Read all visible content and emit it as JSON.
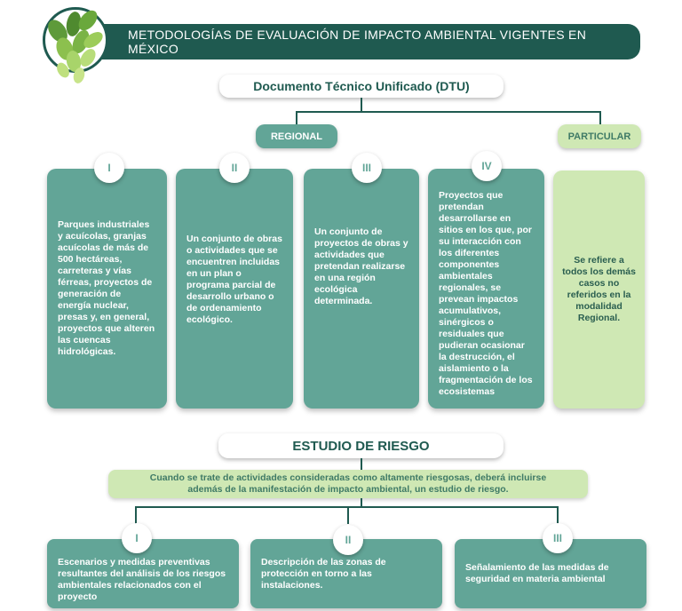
{
  "title": "METODOLOGÍAS DE EVALUACIÓN DE IMPACTO AMBIENTAL VIGENTES EN MÉXICO",
  "logo_icon": "leaf-cluster-icon",
  "colors": {
    "dark": "#1f5a50",
    "teal": "#62a597",
    "light_green": "#cfe8b4"
  },
  "dtu": "Documento Técnico Unificado (DTU)",
  "branches": {
    "regional": "REGIONAL",
    "particular": "PARTICULAR"
  },
  "regional_cards": [
    {
      "num": "I",
      "text": "Parques industriales y acuícolas, granjas acuícolas de más de 500 hectáreas, carreteras y vías férreas, proyectos de generación de energía nuclear, presas y, en general, proyectos que alteren las cuencas hidrológicas."
    },
    {
      "num": "II",
      "text": "Un conjunto de obras o actividades que se encuentren incluidas en un plan o programa parcial de desarrollo urbano o de ordenamiento ecológico."
    },
    {
      "num": "III",
      "text": "Un conjunto de proyectos de obras y actividades que pretendan realizarse en una región ecológica determinada."
    },
    {
      "num": "IV",
      "text": "Proyectos que pretendan desarrollarse en sitios en los que, por su interacción con los diferentes componentes ambientales regionales, se prevean impactos acumulativos, sinérgicos o residuales que pudieran ocasionar la destrucción, el aislamiento o la fragmentación de los ecosistemas"
    }
  ],
  "particular_card": "Se refiere a todos los demás casos no referidos en la modalidad Regional.",
  "riesgo": {
    "title": "ESTUDIO DE RIESGO",
    "note": "Cuando se trate de actividades consideradas como altamente riesgosas, deberá incluirse además de la manifestación de impacto ambiental, un estudio de riesgo.",
    "cards": [
      {
        "num": "I",
        "text": "Escenarios y medidas preventivas resultantes del análisis de los riesgos ambientales relacionados con el proyecto"
      },
      {
        "num": "II",
        "text": "Descripción de las zonas de protección en torno a las instalaciones."
      },
      {
        "num": "III",
        "text": "Señalamiento de las medidas de seguridad en materia ambiental"
      }
    ]
  }
}
